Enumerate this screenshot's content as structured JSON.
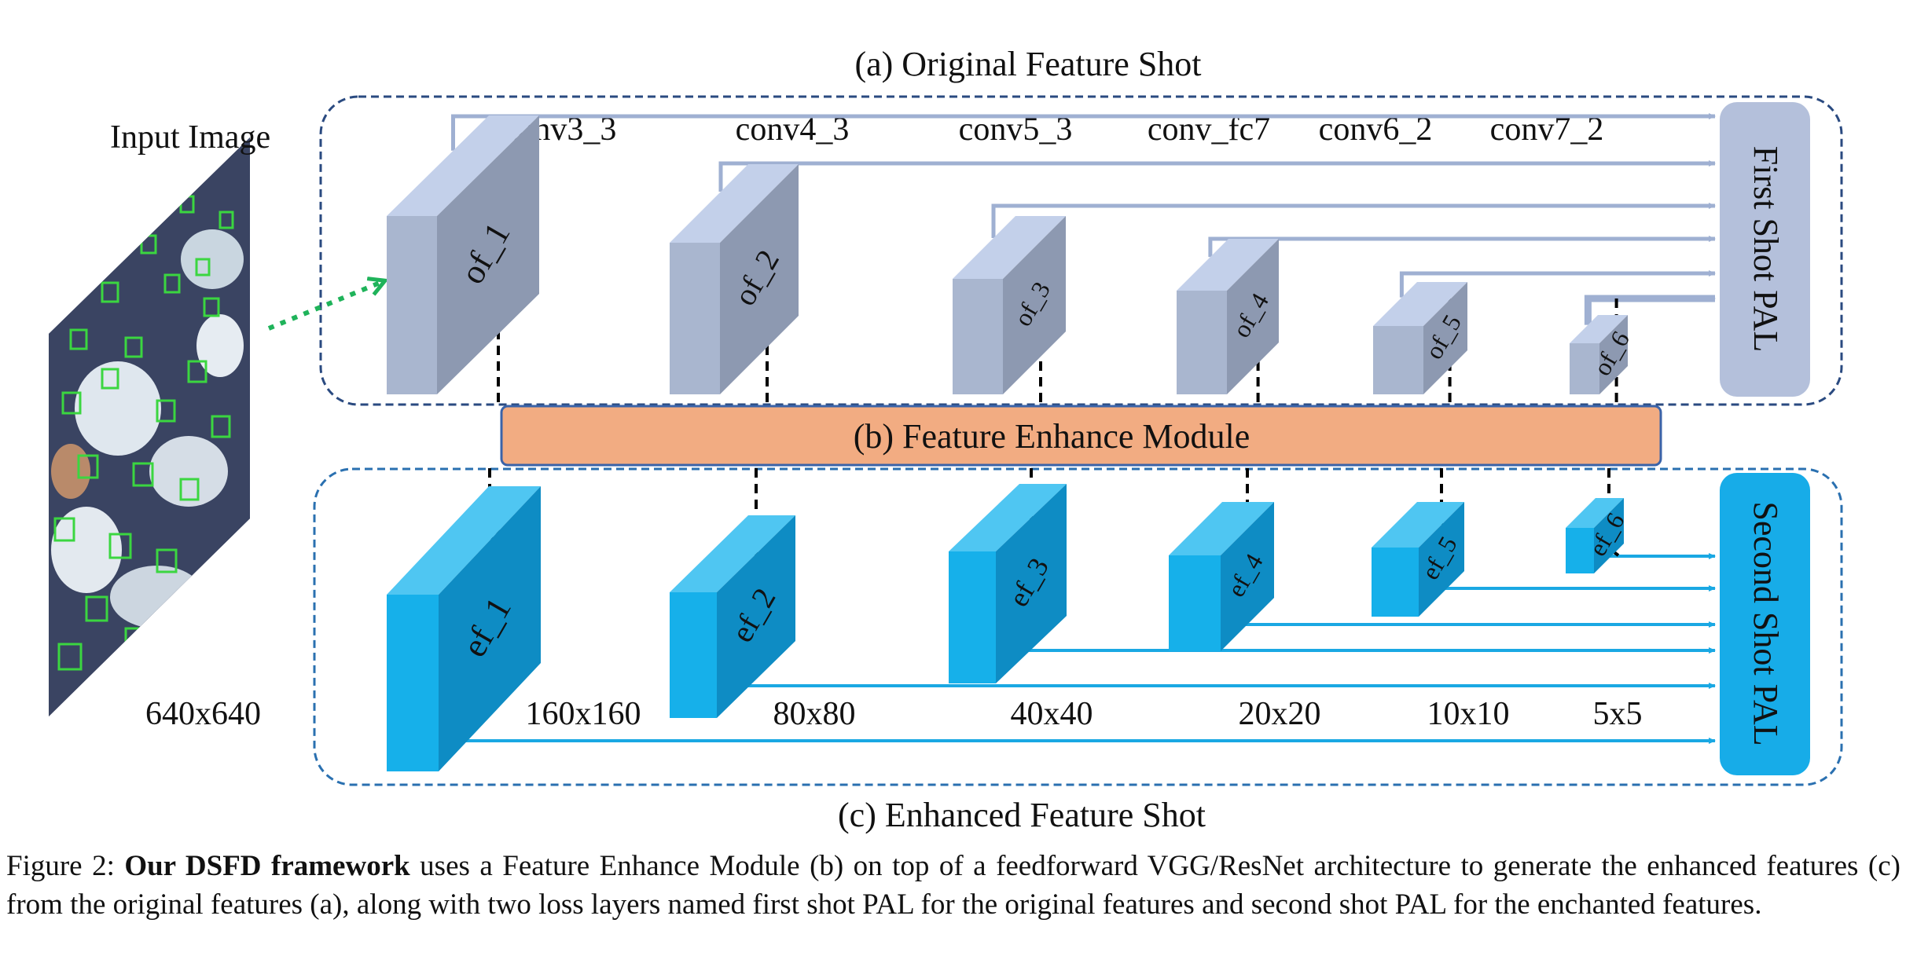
{
  "sections": {
    "original": "(a) Original Feature Shot",
    "fem": "(b) Feature Enhance Module",
    "enhanced": "(c) Enhanced Feature Shot"
  },
  "input_image": {
    "label": "Input Image",
    "size": "640x640"
  },
  "pal": {
    "first": "First Shot PAL",
    "second": "Second Shot PAL"
  },
  "layers": [
    {
      "conv": "conv3_3",
      "of": "of_1",
      "ef": "ef_1",
      "size": "160x160"
    },
    {
      "conv": "conv4_3",
      "of": "of_2",
      "ef": "ef_2",
      "size": "80x80"
    },
    {
      "conv": "conv5_3",
      "of": "of_3",
      "ef": "ef_3",
      "size": "40x40"
    },
    {
      "conv": "conv_fc7",
      "of": "of_4",
      "ef": "ef_4",
      "size": "20x20"
    },
    {
      "conv": "conv6_2",
      "of": "of_5",
      "ef": "ef_5",
      "size": "10x10"
    },
    {
      "conv": "conv7_2",
      "of": "of_6",
      "ef": "ef_6",
      "size": "5x5"
    }
  ],
  "caption": {
    "prefix": "Figure 2: ",
    "bold": "Our DSFD framework",
    "rest": " uses a Feature Enhance Module (b) on top of a feedforward VGG/ResNet architecture to generate the enhanced features (c) from the original features (a), along with two loss layers named first shot PAL for the original features and second shot PAL for the enchanted features."
  },
  "colors": {
    "of_front": "#a9b6cf",
    "of_side": "#8d99b1",
    "of_top": "#c3d0ea",
    "ef_front": "#16b0ea",
    "ef_side": "#0e8cc4",
    "ef_top": "#4fc6f2",
    "fem_fill": "#f2ac82",
    "fem_stroke": "#3b63a8",
    "first_pal": "#b4c0db",
    "second_pal": "#17ace8",
    "of_arrow": "#9fb0d2",
    "ef_arrow": "#1aa8e3",
    "input_arrow": "#1fb35a"
  }
}
